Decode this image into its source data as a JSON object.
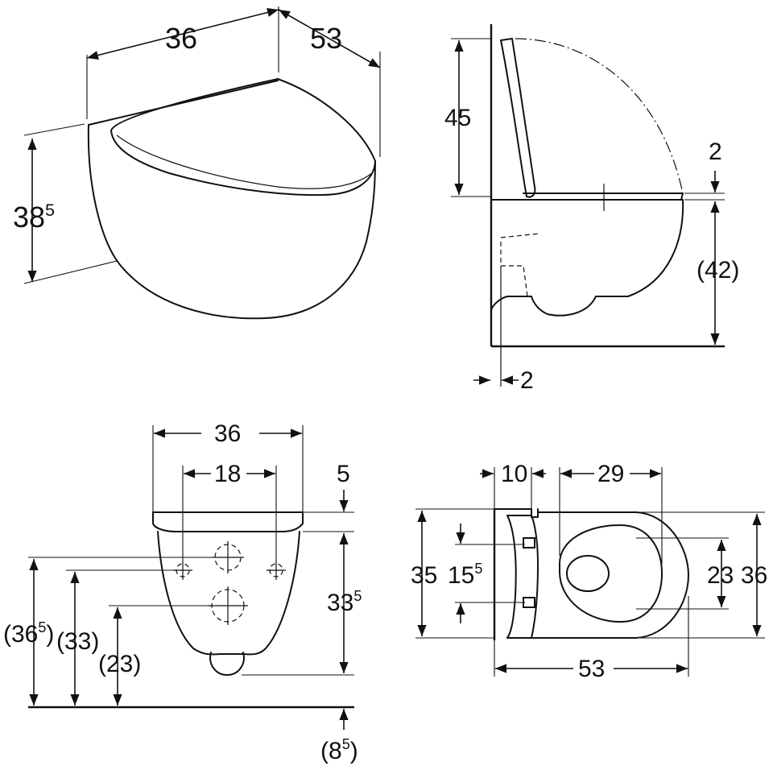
{
  "iso_view": {
    "width_label": "36",
    "depth_label": "53",
    "height_label": "38",
    "height_label_sup": "5"
  },
  "side_view": {
    "seat_height_label": "45",
    "seat_gap_label": "2",
    "bowl_height_label": "(42)",
    "wall_gap_label": "2"
  },
  "front_view": {
    "width_label": "36",
    "hole_spacing_label": "18",
    "top_offset_label": "5",
    "bolt_height_label": "33",
    "bolt_height_label_sup": "5",
    "total_height_label": "(36",
    "total_height_label_sup": "5",
    "total_height_label_close": ")",
    "inlet_height_label": "(33)",
    "outlet_height_label": "(23)",
    "floor_offset_label": "(8",
    "floor_offset_label_sup": "5",
    "floor_offset_label_close": ")"
  },
  "top_view": {
    "wall_offset_label": "10",
    "opening_width_label": "29",
    "inner_width_label": "35",
    "hinge_spacing_label": "15",
    "hinge_spacing_label_sup": "5",
    "opening_depth_label": "23",
    "outer_width_label": "36",
    "depth_label": "53"
  }
}
